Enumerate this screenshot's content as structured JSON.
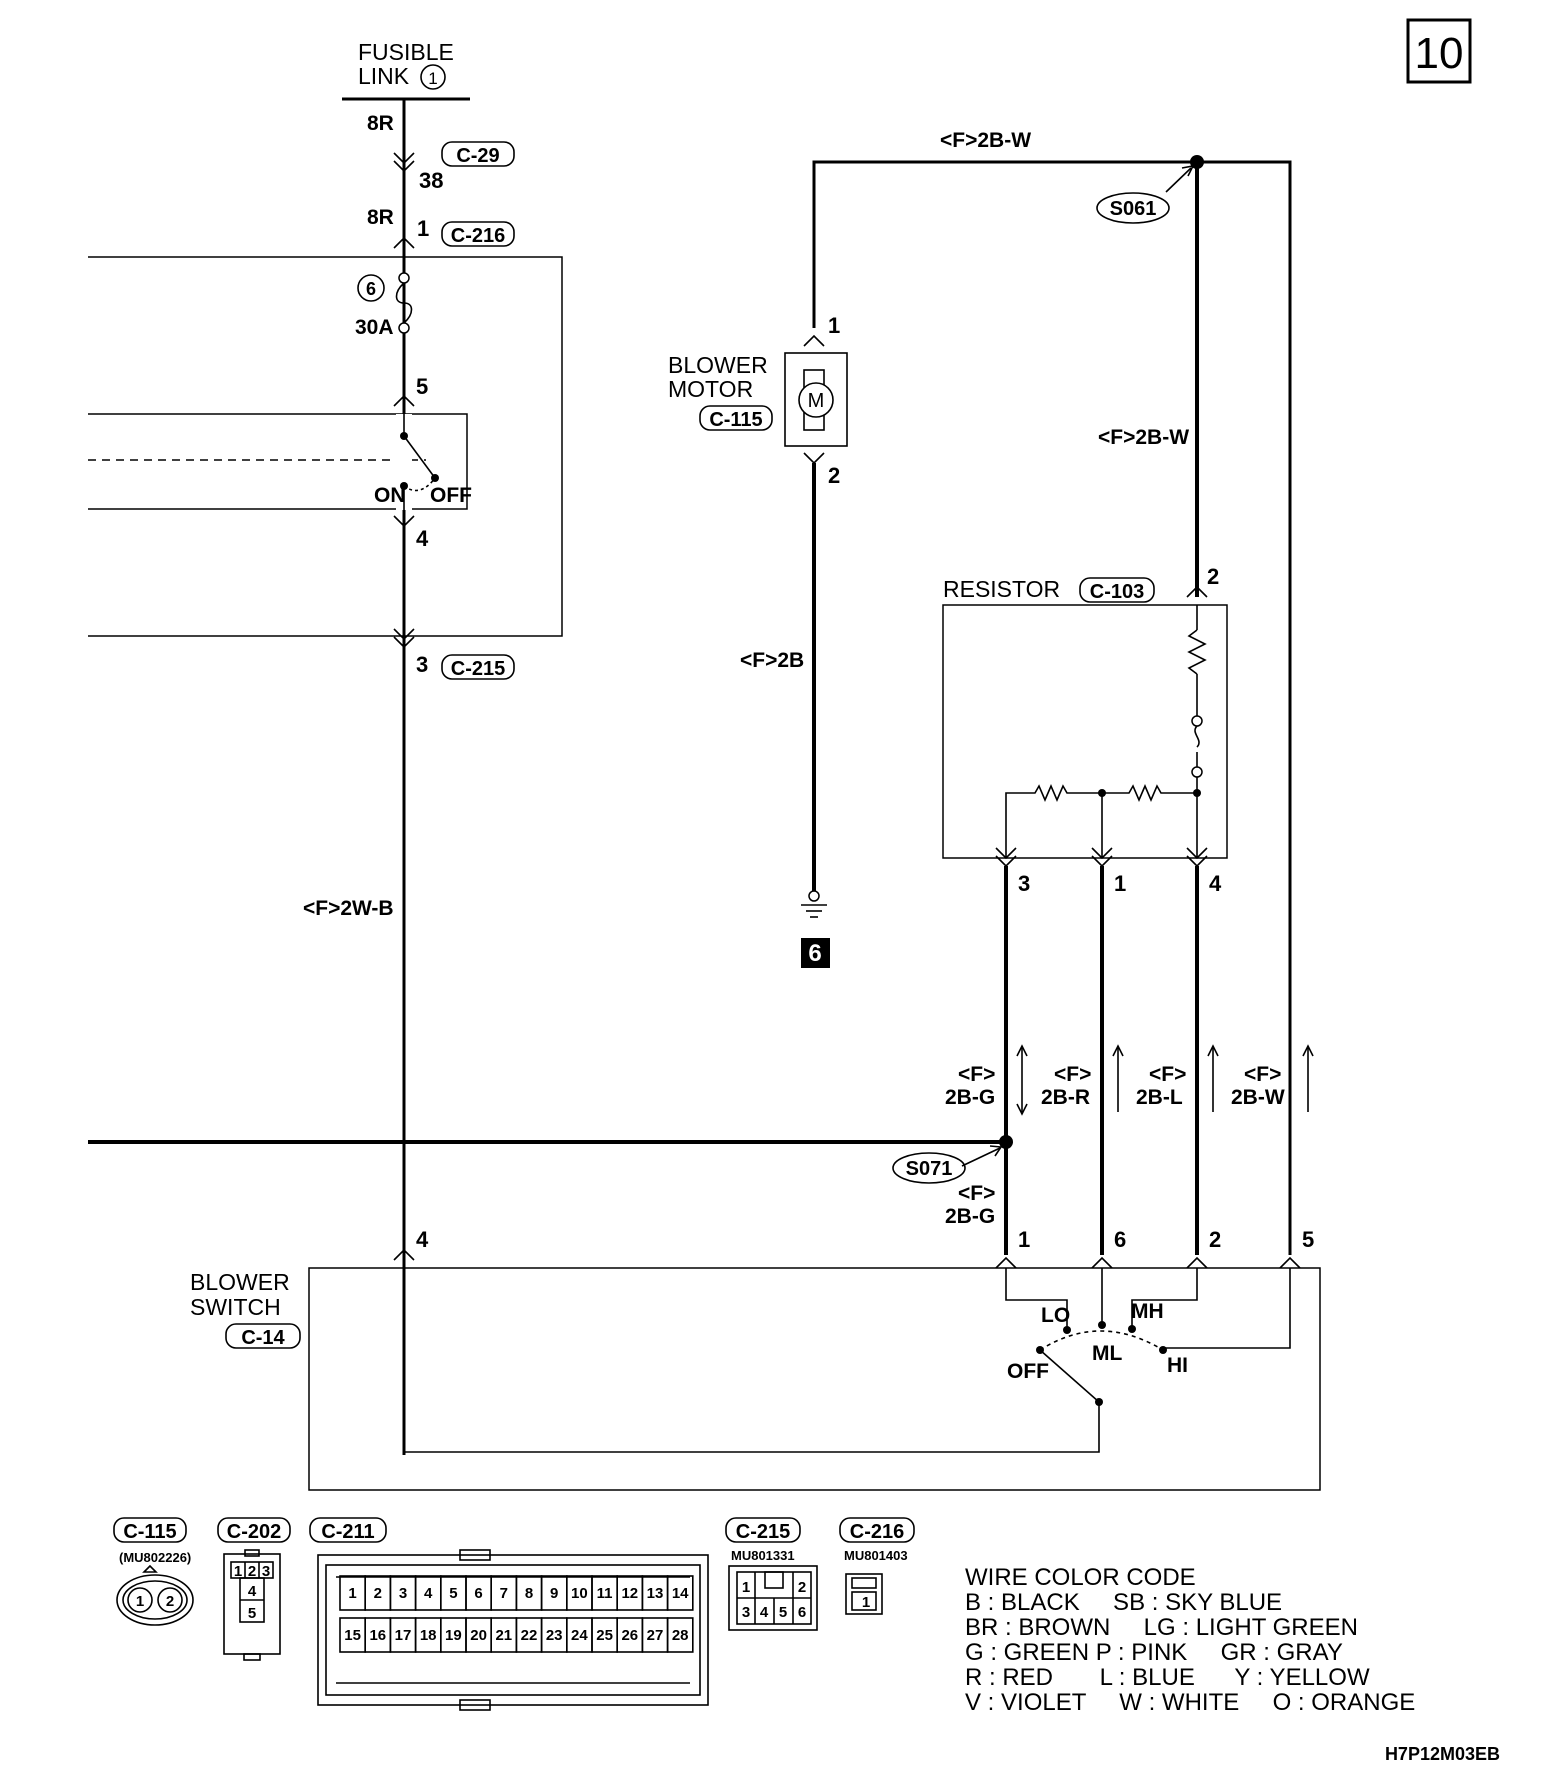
{
  "page_number": "10",
  "fusible_link": {
    "line1": "FUSIBLE",
    "line2": "LINK",
    "number": "1"
  },
  "wires": {
    "top_8r": "8R",
    "mid_8r": "8R",
    "top_bw": "<F>2B-W",
    "right_bw": "<F>2B-W",
    "motor_ground": "<F>2B",
    "left_wb": "<F>2W-B",
    "v1_prefix": "<F>",
    "v1": "2B-G",
    "v2_prefix": "<F>",
    "v2": "2B-R",
    "v3_prefix": "<F>",
    "v3": "2B-L",
    "v4_prefix": "<F>",
    "v4": "2B-W",
    "low_prefix": "<F>",
    "low": "2B-G"
  },
  "connectors": {
    "c29": "C-29",
    "c216": "C-216",
    "c215": "C-215",
    "c115": "C-115",
    "c103": "C-103",
    "c14": "C-14"
  },
  "pins": {
    "c29_pin": "38",
    "c216_pin": "1",
    "relay_in": "5",
    "relay_out": "4",
    "c215_pin": "3",
    "motor_in": "1",
    "motor_out": "2",
    "res_in": "2",
    "res_3": "3",
    "res_1": "1",
    "res_4": "4",
    "sw_4": "4",
    "sw_1": "1",
    "sw_6": "6",
    "sw_2": "2",
    "sw_5": "5"
  },
  "fuse": {
    "number": "6",
    "rating": "30A"
  },
  "relay": {
    "on": "ON",
    "off": "OFF"
  },
  "splices": {
    "s061": "S061",
    "s071": "S071"
  },
  "blower_motor": {
    "line1": "BLOWER",
    "line2": "MOTOR",
    "symbol": "M"
  },
  "resistor": {
    "label": "RESISTOR"
  },
  "ground": {
    "number": "6"
  },
  "blower_switch": {
    "line1": "BLOWER",
    "line2": "SWITCH",
    "positions": {
      "lo": "LO",
      "ml": "ML",
      "mh": "MH",
      "hi": "HI",
      "off": "OFF"
    }
  },
  "connector_views": {
    "c115": {
      "label": "C-115",
      "part": "(MU802226)",
      "pins": [
        "1",
        "2"
      ]
    },
    "c202": {
      "label": "C-202",
      "pins": [
        "1",
        "2",
        "3",
        "4",
        "5"
      ]
    },
    "c211": {
      "label": "C-211",
      "row1": [
        "1",
        "2",
        "3",
        "4",
        "5",
        "6",
        "7",
        "8",
        "9",
        "10",
        "11",
        "12",
        "13",
        "14"
      ],
      "row2": [
        "15",
        "16",
        "17",
        "18",
        "19",
        "20",
        "21",
        "22",
        "23",
        "24",
        "25",
        "26",
        "27",
        "28"
      ]
    },
    "c215": {
      "label": "C-215",
      "part": "MU801331",
      "pins": [
        "1",
        "2",
        "3",
        "4",
        "5",
        "6"
      ]
    },
    "c216": {
      "label": "C-216",
      "part": "MU801403",
      "pins": [
        "1"
      ]
    }
  },
  "wire_color_code": {
    "title": "WIRE COLOR CODE",
    "lines": [
      "B : BLACK     SB : SKY BLUE",
      "BR : BROWN     LG : LIGHT GREEN",
      "G : GREEN P : PINK     GR : GRAY",
      "R : RED       L : BLUE      Y : YELLOW",
      "V : VIOLET     W : WHITE     O : ORANGE"
    ]
  },
  "figure_code": "H7P12M03EB"
}
